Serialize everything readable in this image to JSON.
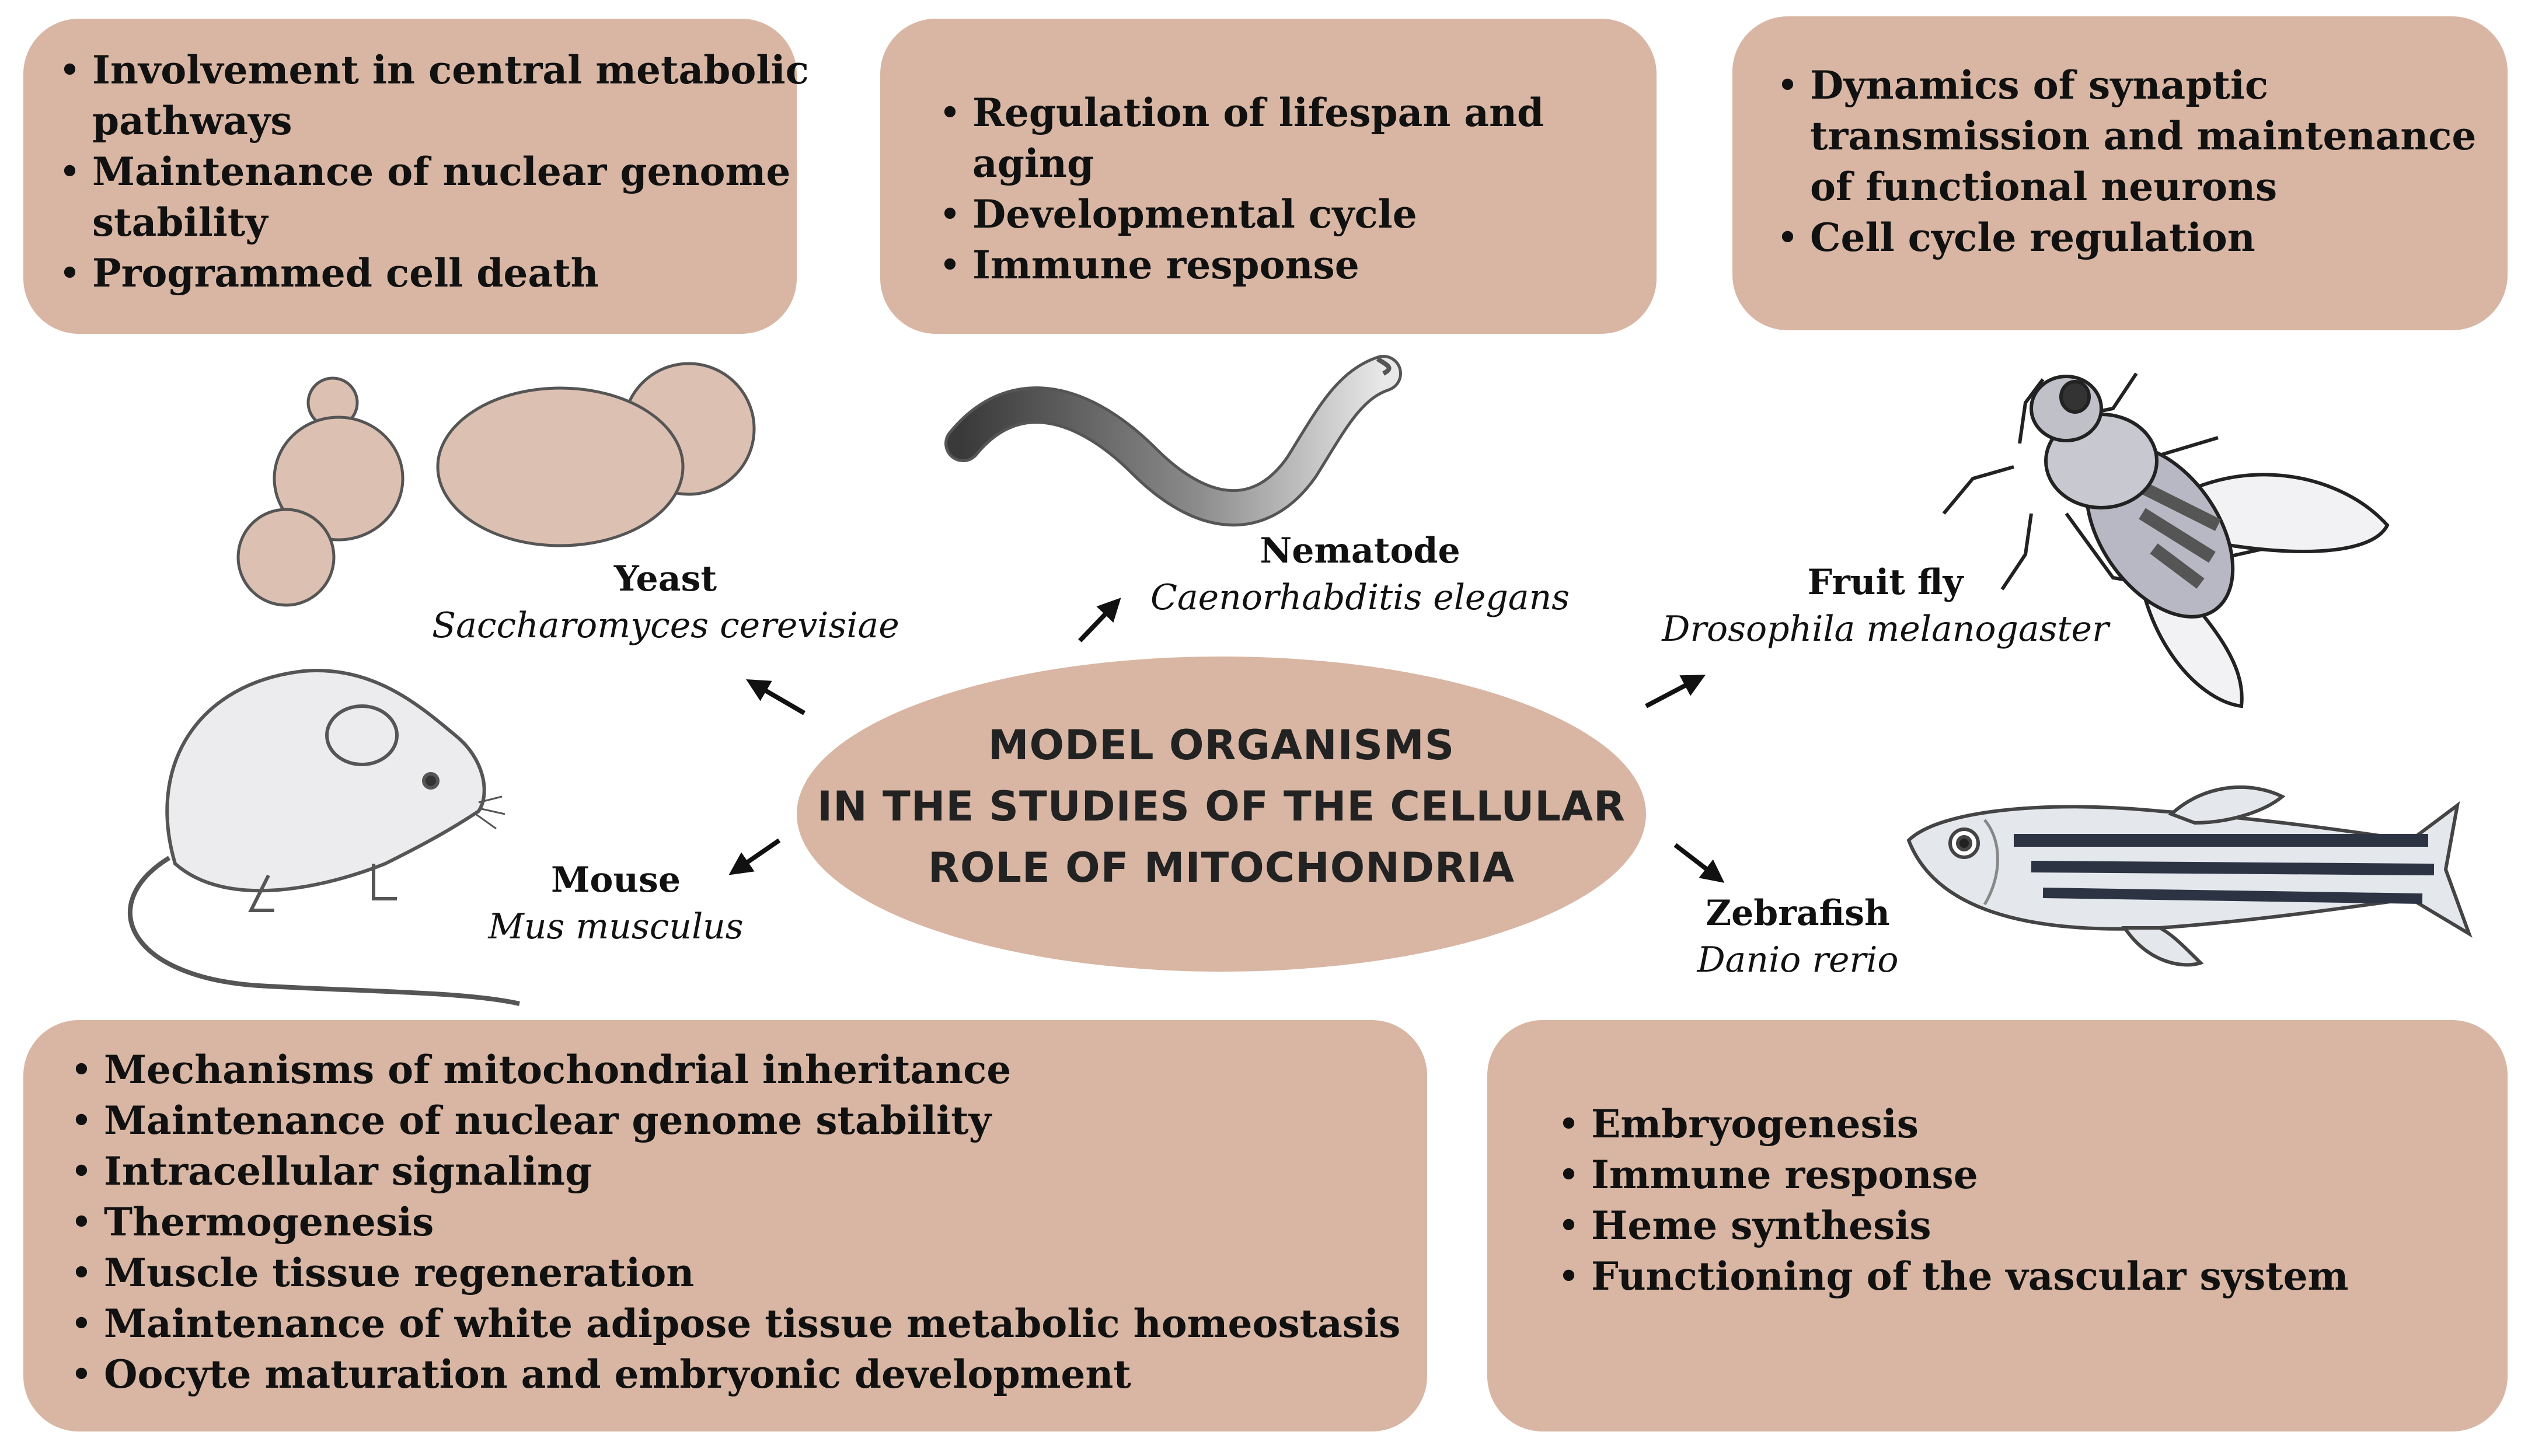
{
  "boxes": {
    "yeast": {
      "items": [
        "Involvement in central metabolic pathways",
        "Maintenance of nuclear genome stability",
        "Programmed cell death"
      ]
    },
    "nematode": {
      "items": [
        "Regulation of lifespan and aging",
        "Developmental cycle",
        "Immune response"
      ]
    },
    "fly": {
      "items": [
        "Dynamics of synaptic transmission and maintenance of functional neurons",
        "Cell cycle regulation"
      ]
    },
    "mouse": {
      "items": [
        "Mechanisms of mitochondrial inheritance",
        "Maintenance of nuclear genome stability",
        "Intracellular signaling",
        "Thermogenesis",
        "Muscle tissue regeneration",
        "Maintenance of white adipose tissue metabolic homeostasis",
        "Oocyte maturation and embryonic development"
      ]
    },
    "zebrafish": {
      "items": [
        "Embryogenesis",
        "Immune response",
        "Heme synthesis",
        "Functioning of the vascular system"
      ]
    }
  },
  "center": {
    "line1": "MODEL ORGANISMS",
    "line2": "IN THE STUDIES OF THE CELLULAR",
    "line3": "ROLE OF MITOCHONDRIA"
  },
  "organisms": {
    "yeast": {
      "common": "Yeast",
      "scientific": "Saccharomyces cerevisiae"
    },
    "nematode": {
      "common": "Nematode",
      "scientific": "Caenorhabditis elegans"
    },
    "fly": {
      "common": "Fruit fly",
      "scientific": "Drosophila melanogaster"
    },
    "mouse": {
      "common": "Mouse",
      "scientific": "Mus musculus"
    },
    "zebrafish": {
      "common": "Zebrafish",
      "scientific": "Danio rerio"
    }
  },
  "colors": {
    "box_fill": "#d8b6a3",
    "yeast_cell": "#dcc0b2",
    "organism_gray": "#e4e4e6"
  }
}
